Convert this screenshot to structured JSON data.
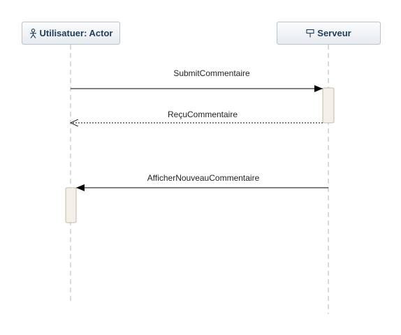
{
  "participants": [
    {
      "id": "actor",
      "name": "Utilisatuer: Actor",
      "icon": "actor-icon"
    },
    {
      "id": "server",
      "name": "Serveur",
      "icon": "server-icon"
    }
  ],
  "messages": [
    {
      "label": "SubmitCommentaire",
      "from": "actor",
      "to": "server",
      "style": "sync"
    },
    {
      "label": "ReçuCommentaire",
      "from": "server",
      "to": "actor",
      "style": "return"
    },
    {
      "label": "AfficherNouveauCommentaire",
      "from": "server",
      "to": "actor",
      "style": "sync"
    }
  ],
  "colors": {
    "header_text": "#1f3d58",
    "header_border": "#b9c3cc",
    "lifeline": "#b5b5b5",
    "activation_fill": "#f3f0ea",
    "arrow": "#000000"
  }
}
